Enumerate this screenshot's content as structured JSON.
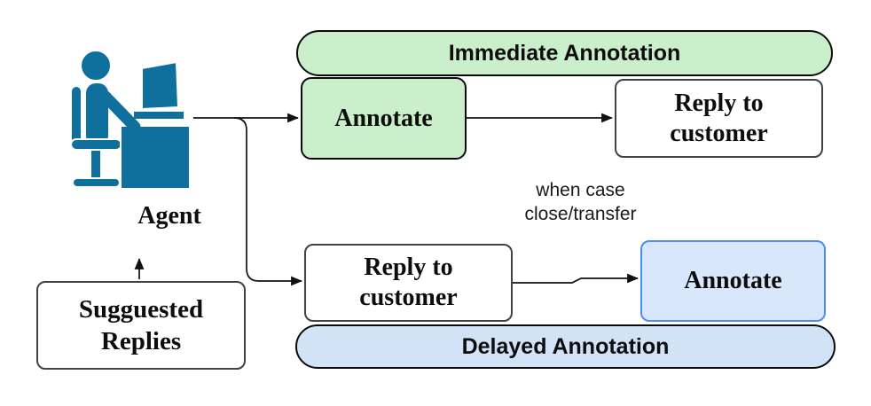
{
  "colors": {
    "agent-blue": "#0f6f9d",
    "green-fill": "#cbefcb",
    "blue-fill": "#d8e7fb",
    "blue-border": "#4b8df2",
    "blue-pill-fill": "#d2e2f7",
    "box-border": "#3d434b"
  },
  "diagram": {
    "agent_label": "Agent",
    "suggested_replies_label": "Sugguested Replies",
    "immediate_pill_label": "Immediate Annotation",
    "annotate_immediate_label": "Annotate",
    "reply_immediate_label": "Reply to customer",
    "condition_label": "when case close/transfer",
    "reply_delayed_label": "Reply to customer",
    "annotate_delayed_label": "Annotate",
    "delayed_pill_label": "Delayed Annotation"
  }
}
